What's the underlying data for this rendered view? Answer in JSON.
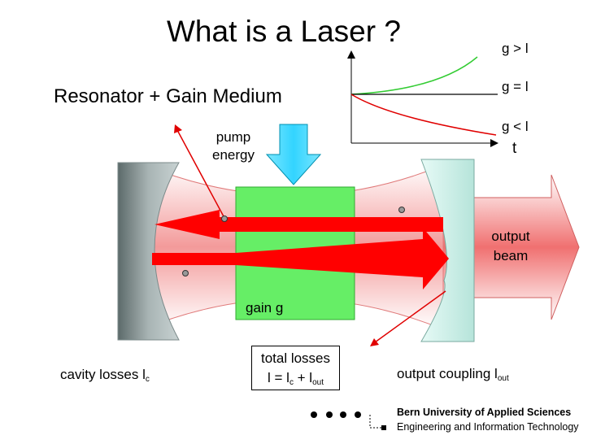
{
  "title": "What is a Laser ?",
  "subtitle": "Resonator + Gain Medium",
  "pump": {
    "line1": "pump",
    "line2": "energy"
  },
  "gain_medium": {
    "label": "gain g"
  },
  "output_beam": {
    "line1": "output",
    "line2": "beam"
  },
  "cavity_losses": {
    "text": "cavity losses l",
    "sub": "c"
  },
  "output_coupling": {
    "text": "output coupling l",
    "sub": "out"
  },
  "total_losses": {
    "line1": "total losses",
    "eq_a": "l = l",
    "sub_c": "c",
    "eq_b": " + l",
    "sub_out": "out"
  },
  "growth_graph": {
    "labels": [
      "g > l",
      "g = l",
      "g < l"
    ],
    "x_axis_label": "t"
  },
  "footer": {
    "institution": "Bern University of Applied Sciences",
    "department": "Engineering and Information Technology"
  },
  "colors": {
    "beam_red": "#ff0000",
    "cavity_pink": "#f5a0a0",
    "gain_green": "#66ee66",
    "pump_cyan": "#44ddff",
    "mirror_gray": "#a0acac",
    "mirror_teal": "#cef2ea",
    "curve_green": "#33cc33"
  }
}
